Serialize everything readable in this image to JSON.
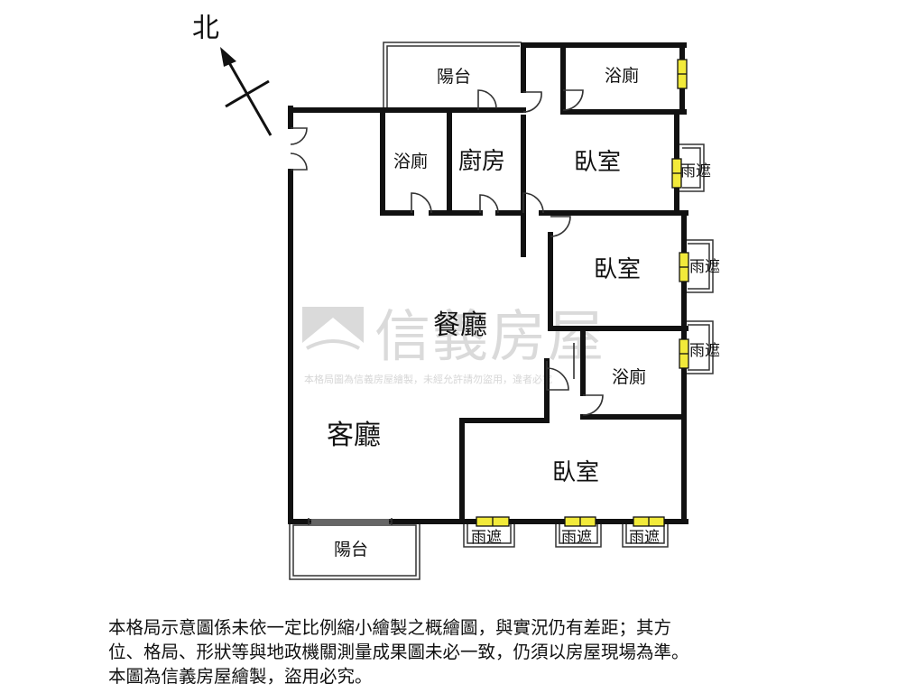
{
  "compass": {
    "label": "北"
  },
  "rooms": {
    "balcony_north": "陽台",
    "bath_top_right": "浴廁",
    "bath_left": "浴廁",
    "kitchen": "廚房",
    "bedroom_1": "臥室",
    "bedroom_2": "臥室",
    "dining": "餐廳",
    "bath_right": "浴廁",
    "living": "客廳",
    "bedroom_3": "臥室",
    "balcony_south": "陽台"
  },
  "awnings": [
    "雨遮",
    "雨遮",
    "雨遮",
    "雨遮",
    "雨遮",
    "雨遮"
  ],
  "watermark": {
    "brand": "信義房屋",
    "notice": "本格局圖為信義房屋繪製，未經允許請勿盜用，違者必究"
  },
  "disclaimer": {
    "line1": "本格局示意圖係未依一定比例縮小繪製之概繪圖，與實況仍有差距；其方",
    "line2": "位、格局、形狀等與地政機關測量成果圖未必一致，仍須以房屋現場為準。",
    "line3": "本圖為信義房屋繪製，盜用必究。"
  },
  "colors": {
    "wall": "#111111",
    "window": "#f2ea3a",
    "watermark": "#c9c9c9"
  }
}
